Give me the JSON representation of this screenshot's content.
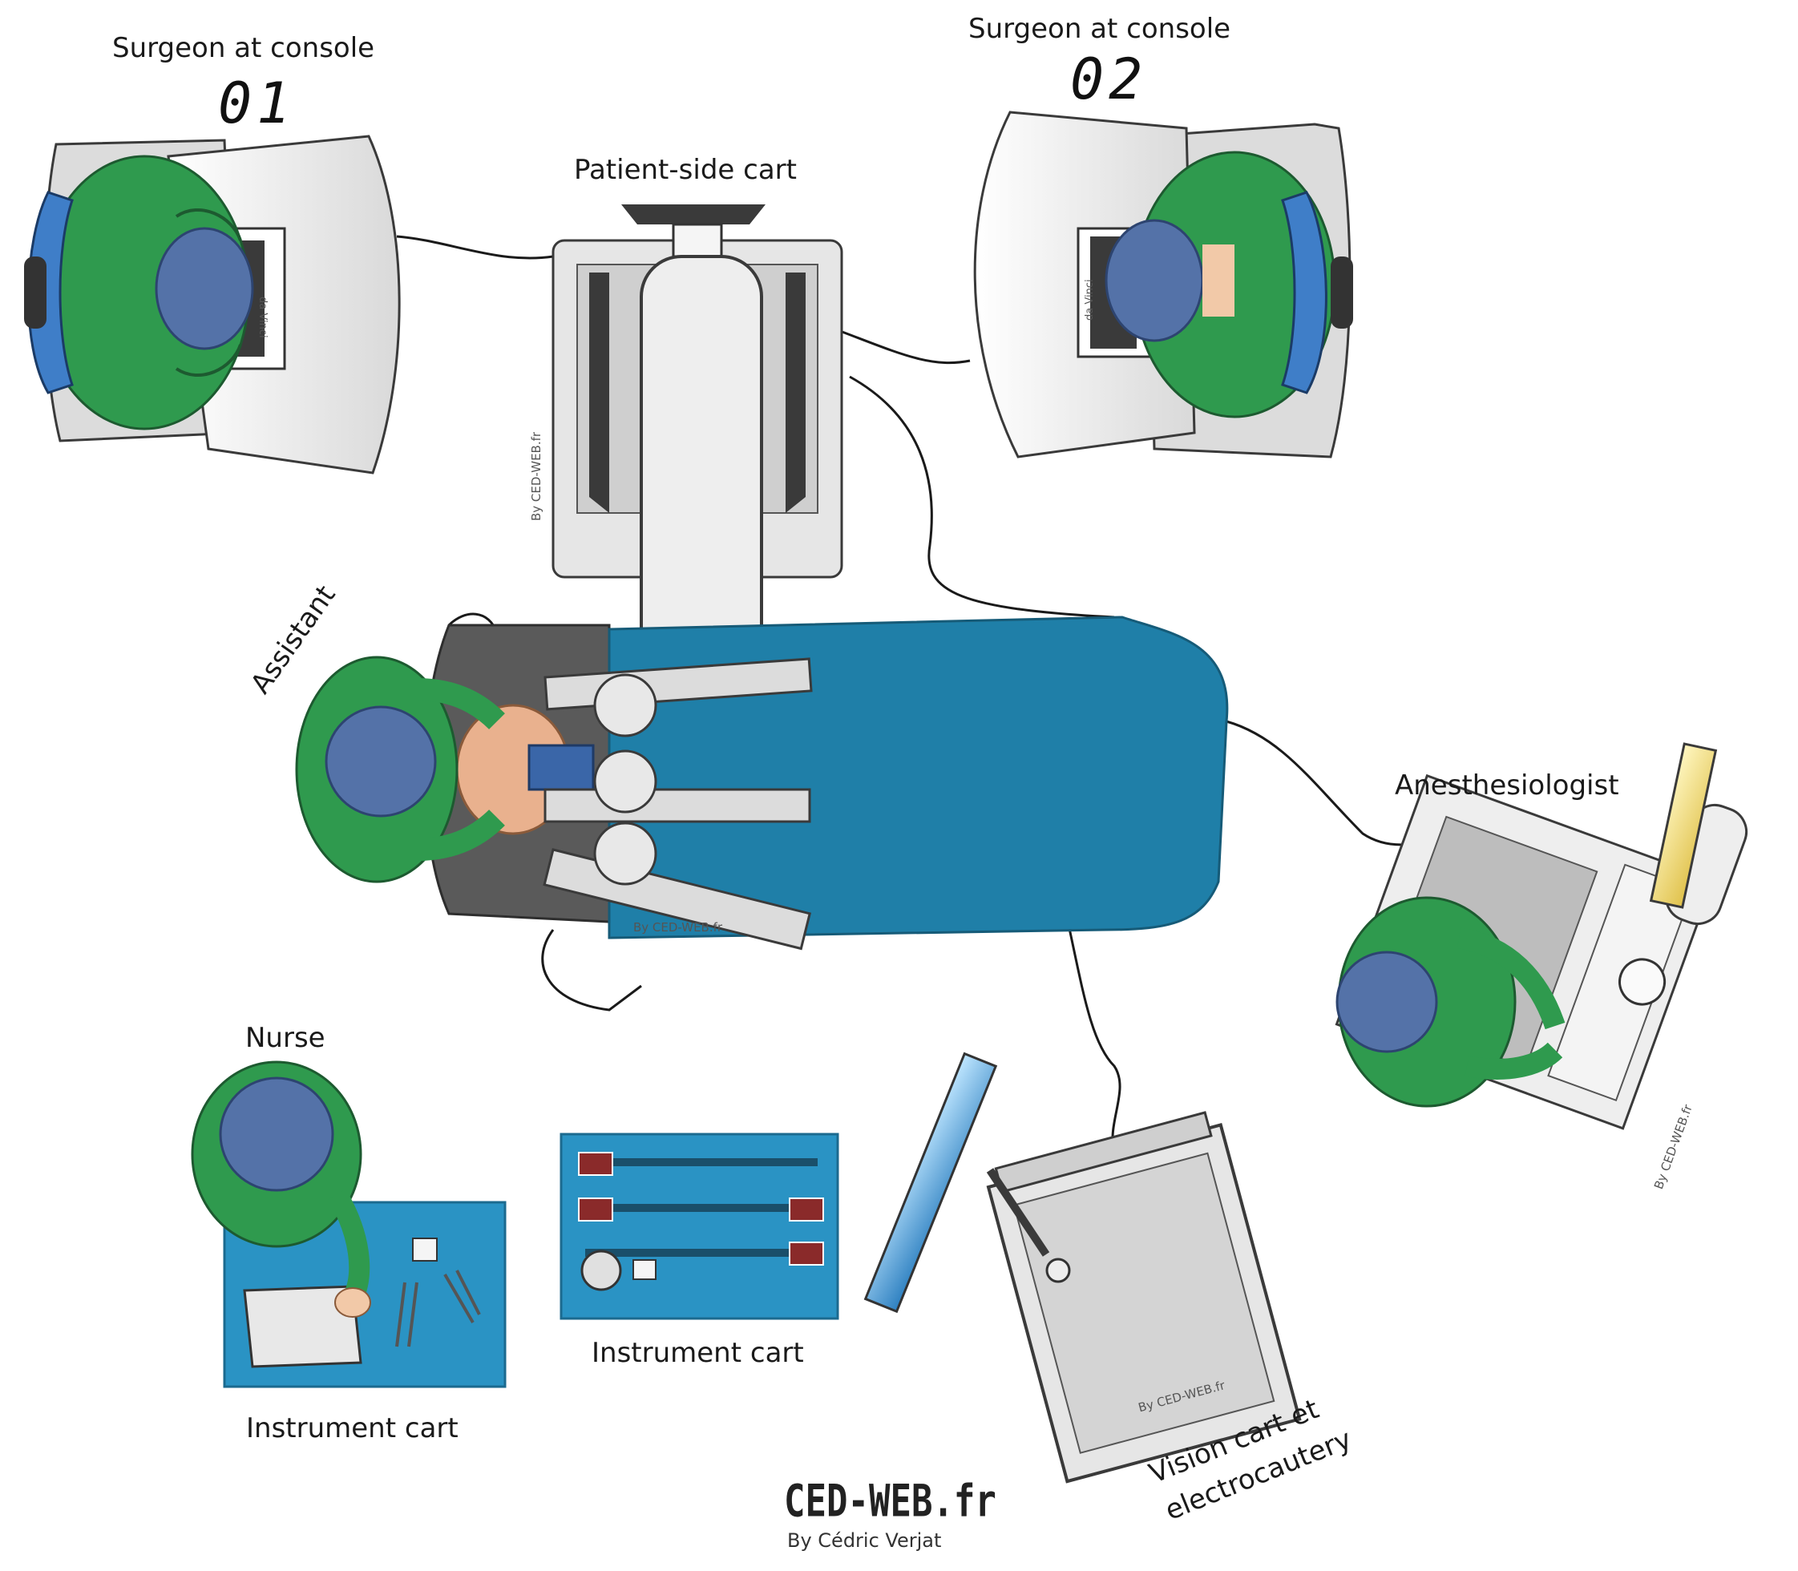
{
  "labels": {
    "surgeon1": "Surgeon at console",
    "surgeon1_number": "01",
    "surgeon2": "Surgeon at console",
    "surgeon2_number": "02",
    "patient_cart": "Patient-side cart",
    "assistant": "Assistant",
    "anesthesiologist": "Anesthesiologist",
    "nurse": "Nurse",
    "instrument_cart_left": "Instrument cart",
    "instrument_cart_center": "Instrument cart",
    "vision_cart_line1": "Vision cart et",
    "vision_cart_line2": "electrocautery"
  },
  "console_brand": "da Vinci",
  "watermarks": {
    "patient_cart": "By CED-WEB.fr",
    "table": "By CED-WEB.fr",
    "anesthesia": "By CED-WEB.fr",
    "vision_cart": "By CED-WEB.fr"
  },
  "credit": {
    "brand": "CED-WEB.fr",
    "author": "By Cédric Verjat"
  },
  "colors": {
    "scrubs": "#2f9a4e",
    "cap": "#5472a8",
    "drape": "#1f7fa8",
    "console": "#eeeeee",
    "tray": "#2a93c4",
    "outline": "#3a3a3a"
  }
}
